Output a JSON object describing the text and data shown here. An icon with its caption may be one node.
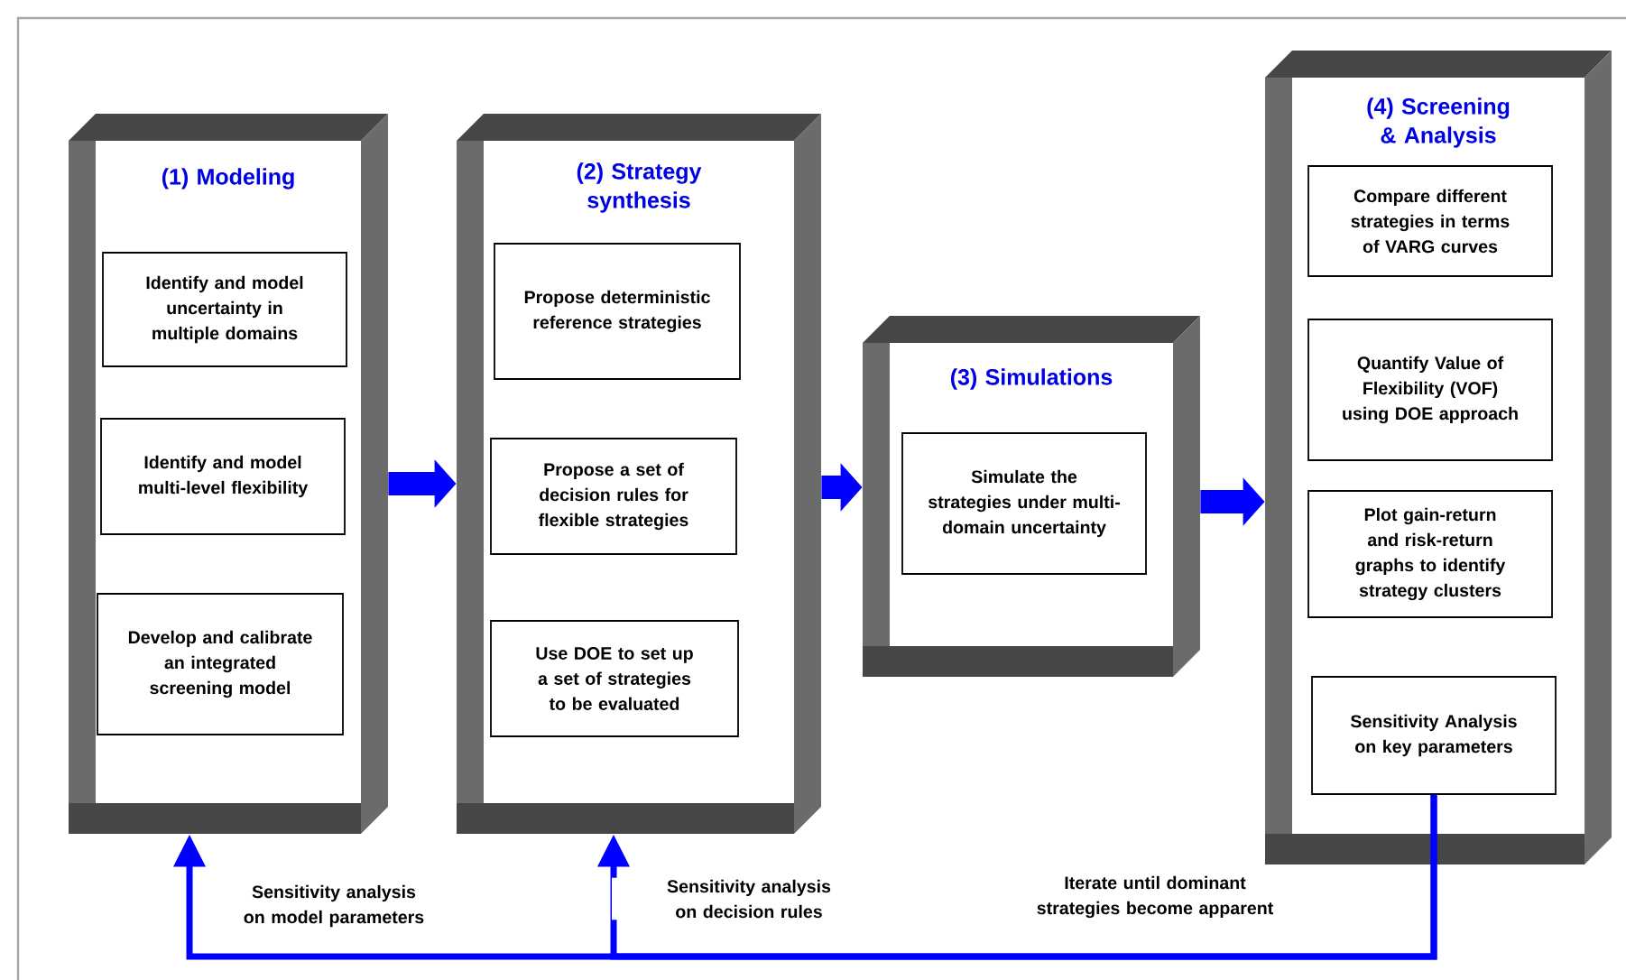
{
  "diagram": {
    "nodes": [
      {
        "text": [
          "(1) Modeling"
        ]
      },
      {
        "text": [
          "Identify and model uncertainty in multiple domains"
        ],
        "in": 0
      },
      {
        "text": [
          "Identify and model multi-level flexibility"
        ],
        "in": 0
      },
      {
        "text": [
          "Develop and calibrate an integrated screening model"
        ],
        "in": 0
      },
      {
        "text": [
          "(2) Strategy synthesis"
        ]
      },
      {
        "text": [
          "Propose deterministic reference strategies"
        ],
        "in": 4
      },
      {
        "text": [
          "Propose a set of decision rules for flexible strategies"
        ],
        "in": 4
      },
      {
        "text": [
          "Use DOE to set up a set of strategies to be evaluated"
        ],
        "in": 4
      },
      {
        "text": [
          "(3) Simulations"
        ]
      },
      {
        "text": [
          "Simulate the strategies under multi-domain uncertainty"
        ],
        "in": 8
      },
      {
        "text": [
          "(4) Screening & Analysis"
        ]
      },
      {
        "text": [
          "Compare different strategies in terms of VARG curves"
        ],
        "in": 10
      },
      {
        "text": [
          "Quantify Value of Flexibility (VOF) using DOE approach"
        ],
        "in": 10
      },
      {
        "text": [
          "Plot gain-return and risk-return graphs to identify strategy clusters"
        ],
        "in": 10
      },
      {
        "text": [
          "Sensitivity Analysis on key parameters"
        ],
        "in": 10
      }
    ],
    "edges": [
      {
        "from": 0,
        "to": 4,
        "arrow": "to"
      },
      {
        "from": 4,
        "to": 8,
        "arrow": "to"
      },
      {
        "from": 8,
        "to": 10,
        "arrow": "to"
      },
      {
        "from": 14,
        "to": 0,
        "arrow": "to",
        "label": "Sensitivity analysis on model parameters"
      },
      {
        "from": 14,
        "to": 4,
        "arrow": "to",
        "label": "Sensitivity analysis on decision rules"
      }
    ],
    "labels": [
      "Iterate until dominant strategies become apparent"
    ]
  }
}
